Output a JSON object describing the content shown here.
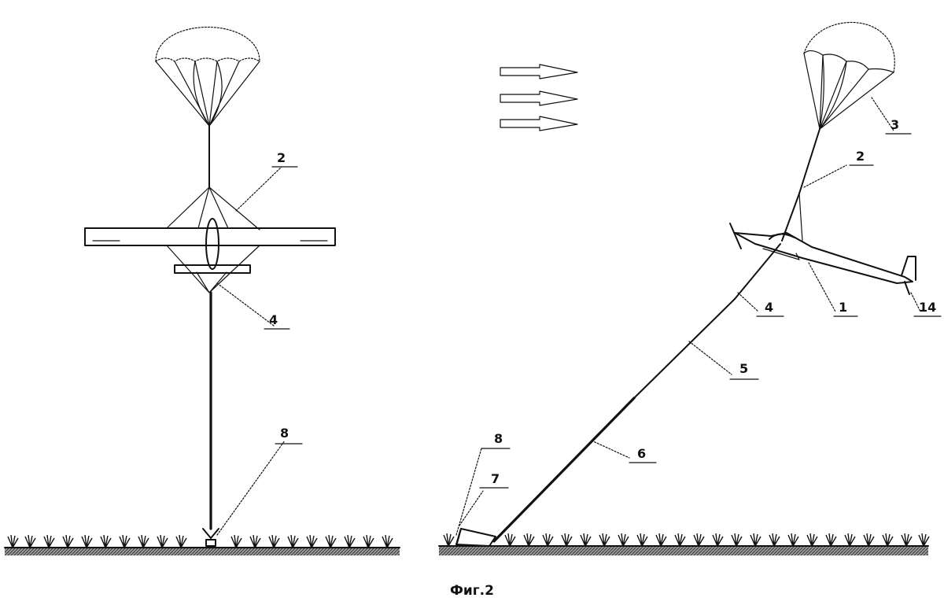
{
  "figure": {
    "caption": "Фиг.2",
    "left_view": {
      "labels": {
        "line": "2",
        "harness": "4",
        "anchor": "8"
      }
    },
    "right_view": {
      "labels": {
        "parachute": "3",
        "line": "2",
        "aircraft": "1",
        "tail_hook": "14",
        "harness": "4",
        "tether": "5",
        "rod": "6",
        "mount": "7",
        "anchor": "8"
      }
    },
    "wind_arrows": 3
  }
}
